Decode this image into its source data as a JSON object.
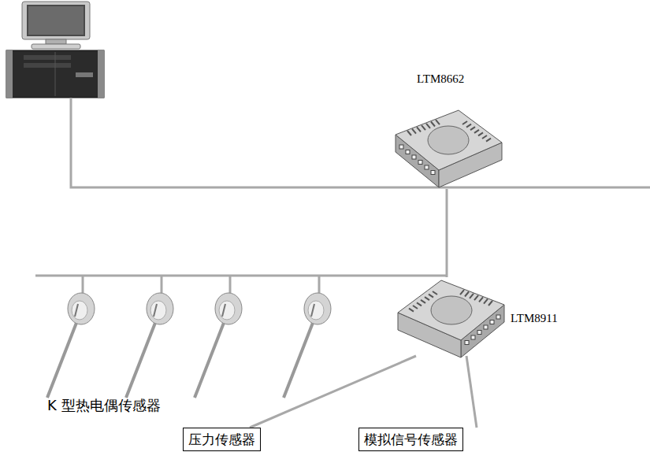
{
  "diagram": {
    "nodes": [
      {
        "text": [
          "LTM8662"
        ]
      },
      {
        "text": [
          "LTM8911"
        ]
      },
      {
        "text": [
          "压力传感器"
        ]
      },
      {
        "text": [
          "模拟信号传感器"
        ]
      }
    ],
    "edges": [
      {
        "from": 0,
        "to": 1,
        "arrow": "none"
      },
      {
        "from": 1,
        "to": 2,
        "arrow": "none"
      },
      {
        "from": 1,
        "to": 3,
        "arrow": "none"
      }
    ],
    "labels": [
      "K 型热电偶传感器"
    ]
  }
}
